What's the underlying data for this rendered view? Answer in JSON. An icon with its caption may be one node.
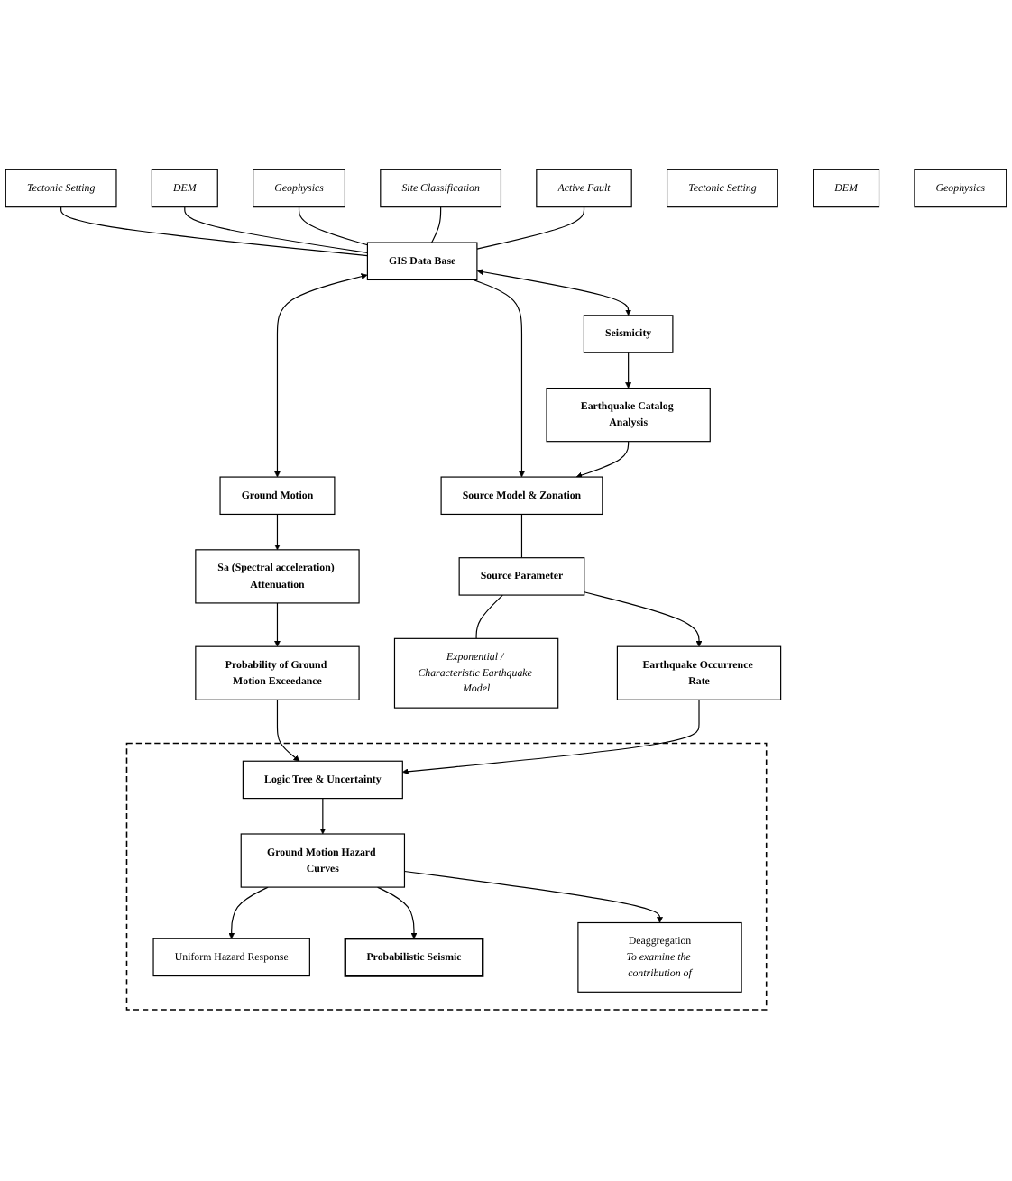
{
  "diagram": {
    "nodes": [
      {
        "text": [
          "Tectonic Setting"
        ]
      },
      {
        "text": [
          "DEM"
        ]
      },
      {
        "text": [
          "Geophysics"
        ]
      },
      {
        "text": [
          "Site Classification"
        ]
      },
      {
        "text": [
          "GIS Data Base"
        ]
      },
      {
        "text": [
          "Active Fault"
        ]
      },
      {
        "text": [
          "Ground Motion"
        ]
      },
      {
        "text": [
          "Seismicity"
        ]
      },
      {
        "text": [
          "Sa (Spectral acceleration) Attenuation"
        ]
      },
      {
        "text": [
          "Source Model & Zonation"
        ]
      },
      {
        "text": [
          "Earthquake Catalog Analysis"
        ]
      },
      {
        "text": [
          "Probability of Ground Motion Exceedance"
        ]
      },
      {
        "text": [
          "Source Parameter"
        ]
      },
      {
        "text": [
          "Exponential / Characteristic Earthquake Model"
        ]
      },
      {
        "text": [
          "Earthquake Occurrence Rate"
        ]
      },
      {
        "text": [],
        "shape": "box"
      },
      {
        "text": [
          "Logic Tree & Uncertainty"
        ],
        "in": 15
      },
      {
        "text": [
          "Ground Motion Hazard Curves"
        ],
        "in": 15
      },
      {
        "text": [
          "Uniform Hazard Response"
        ],
        "in": 15
      },
      {
        "text": [
          "Probabilistic Seismic"
        ],
        "in": 15
      },
      {
        "text": [
          "Deaggregation",
          "To examine the contribution of"
        ],
        "in": 15
      },
      {
        "text": [
          "Tectonic Setting"
        ]
      },
      {
        "text": [
          "DEM"
        ]
      },
      {
        "text": [
          "Geophysics"
        ]
      }
    ],
    "edges": [
      {
        "from": 0,
        "to": 4,
        "arrow": "none"
      },
      {
        "from": 1,
        "to": 4,
        "arrow": "none"
      },
      {
        "from": 2,
        "to": 4,
        "arrow": "none"
      },
      {
        "from": 3,
        "to": 4,
        "arrow": "none"
      },
      {
        "from": 5,
        "to": 4,
        "arrow": "none"
      },
      {
        "from": 4,
        "to": 6,
        "arrow": "both"
      },
      {
        "from": 4,
        "to": 7,
        "arrow": "both"
      },
      {
        "from": 4,
        "to": 9,
        "arrow": "to"
      },
      {
        "from": 6,
        "to": 8,
        "arrow": "to"
      },
      {
        "from": 7,
        "to": 10,
        "arrow": "to"
      },
      {
        "from": 10,
        "to": 9,
        "arrow": "to"
      },
      {
        "from": 8,
        "to": 11,
        "arrow": "to"
      },
      {
        "from": 9,
        "to": 12,
        "arrow": "none"
      },
      {
        "from": 12,
        "to": 13,
        "arrow": "none"
      },
      {
        "from": 12,
        "to": 14,
        "arrow": "to"
      },
      {
        "from": 11,
        "to": 16,
        "arrow": "to"
      },
      {
        "from": 14,
        "to": 16,
        "arrow": "to"
      },
      {
        "from": 16,
        "to": 17,
        "arrow": "to"
      },
      {
        "from": 17,
        "to": 18,
        "arrow": "to"
      },
      {
        "from": 17,
        "to": 19,
        "arrow": "to"
      },
      {
        "from": 17,
        "to": 20,
        "arrow": "to"
      }
    ]
  }
}
